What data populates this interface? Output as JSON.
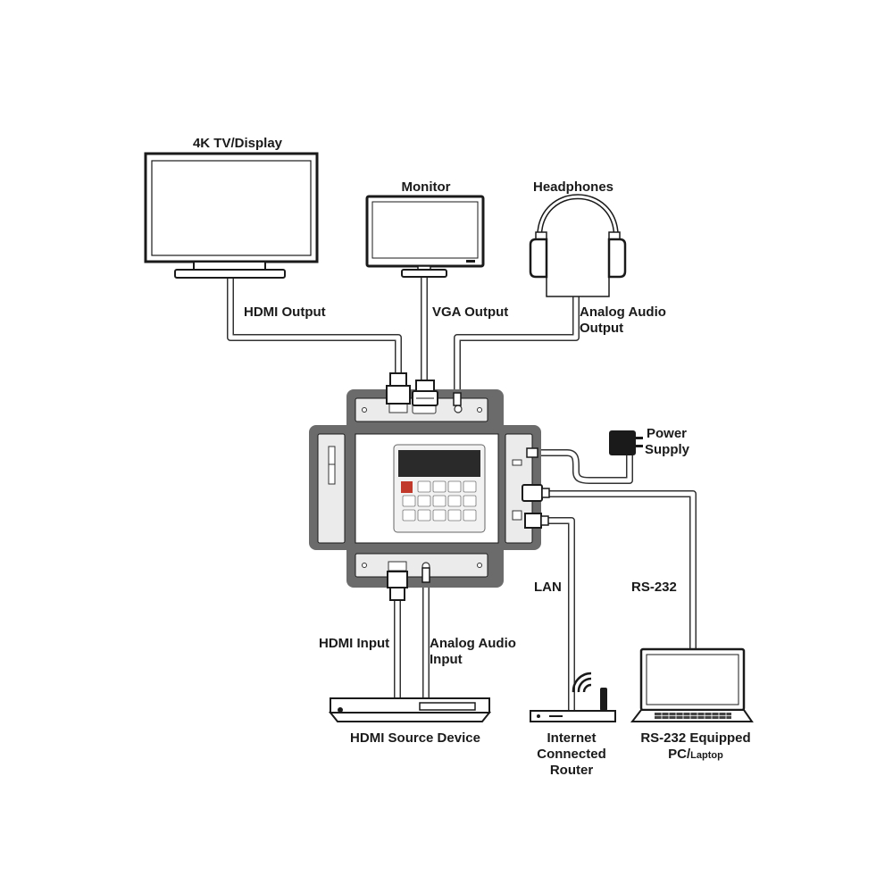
{
  "devices": {
    "tv": {
      "label": "4K TV/Display"
    },
    "monitor": {
      "label": "Monitor"
    },
    "headphones": {
      "label": "Headphones"
    },
    "source": {
      "label": "HDMI Source Device"
    },
    "router": {
      "label_lines": [
        "Internet",
        "Connected",
        "Router"
      ]
    },
    "laptop": {
      "label_line1": "RS-232 Equipped",
      "label_line2_main": "PC/",
      "label_line2_small": "Laptop"
    },
    "power": {
      "label_lines": [
        "Power",
        "Supply"
      ]
    }
  },
  "connections": {
    "hdmi_output": "HDMI Output",
    "vga_output": "VGA Output",
    "analog_audio_output": [
      "Analog Audio",
      "Output"
    ],
    "hdmi_input": "HDMI Input",
    "analog_audio_input": [
      "Analog Audio",
      "Input"
    ],
    "lan": "LAN",
    "rs232": "RS-232"
  },
  "colors": {
    "line": "#1a1a1a",
    "cable_fill": "#ffffff",
    "device_frame": "#6b6b6b",
    "panel": "#ebebeb",
    "display_screen": "#2a2a2a",
    "indicator_red": "#c0392b"
  }
}
